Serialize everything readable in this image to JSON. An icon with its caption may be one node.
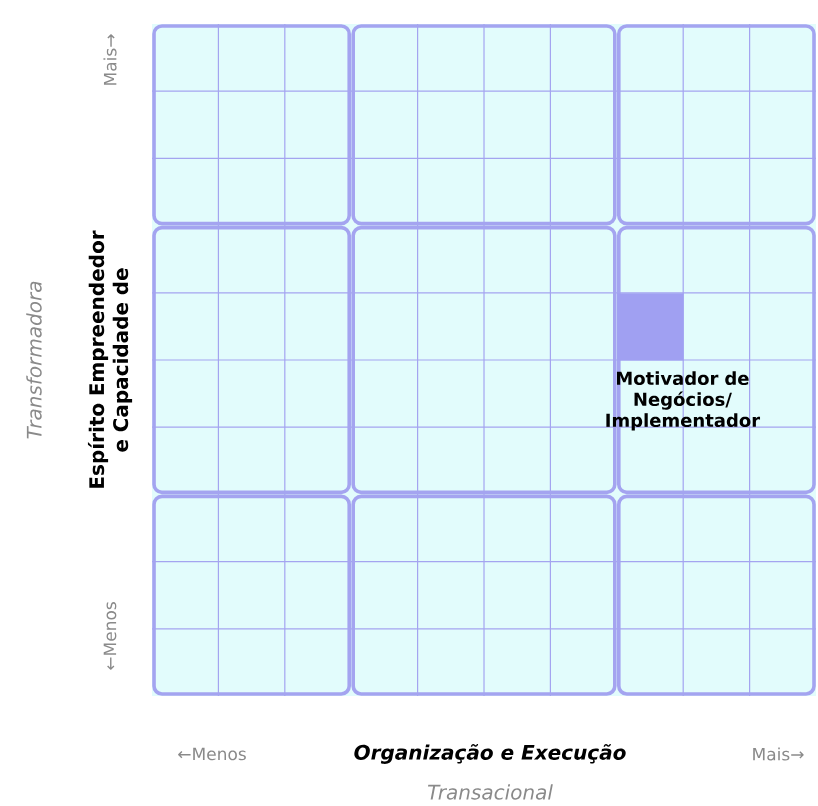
{
  "diagram": {
    "nodes": [
      {
        "text": [],
        "shape": "box",
        "beside": [
          "Motivador de Negócios/ Implementador"
        ]
      }
    ],
    "labels": [
      "Transformadora",
      "Espírito Empreendedor e Capacidade de",
      "Mais→",
      "←Menos",
      "←Menos",
      "Organização e Execução",
      "Mais→",
      "Transacional"
    ]
  }
}
